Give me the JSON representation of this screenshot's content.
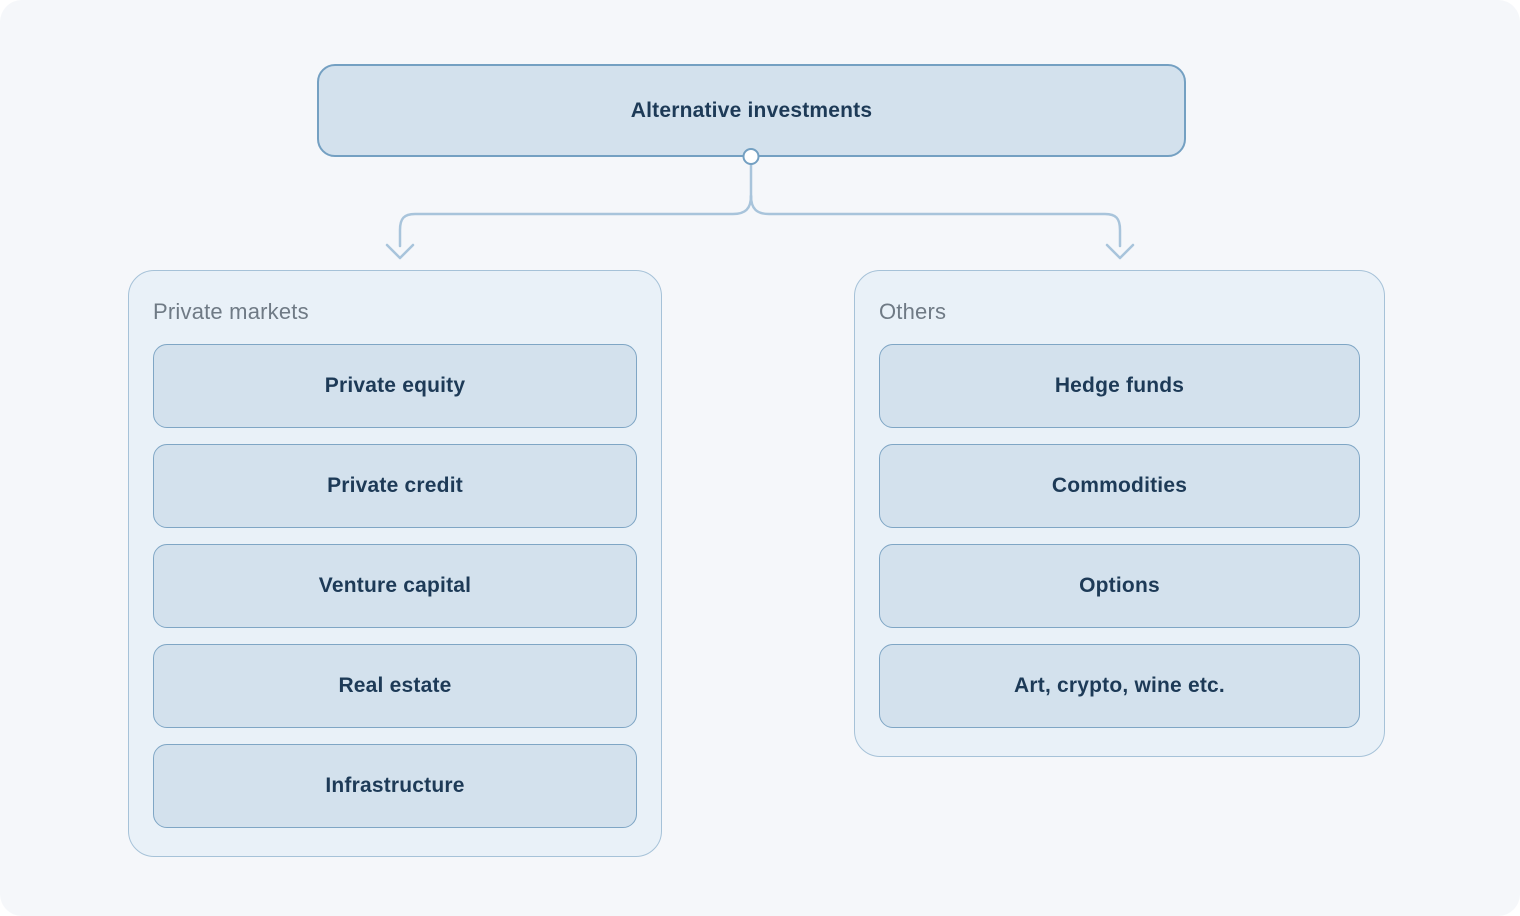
{
  "diagram": {
    "root": {
      "label": "Alternative investments"
    },
    "groups": [
      {
        "title": "Private markets",
        "items": [
          "Private equity",
          "Private credit",
          "Venture capital",
          "Real estate",
          "Infrastructure"
        ]
      },
      {
        "title": "Others",
        "items": [
          "Hedge funds",
          "Commodities",
          "Options",
          "Art, crypto, wine etc."
        ]
      }
    ],
    "colors": {
      "page_background": "#f5f7fa",
      "node_fill": "#d3e1ed",
      "root_node_border": "#74a0c2",
      "node_border": "#7fa6c5",
      "group_fill": "#e9f1f8",
      "group_border": "#a6c2d8",
      "connector_line": "#a8c4db",
      "connector_dot_fill": "#ffffff",
      "node_text": "#1d3a57",
      "group_title_text": "#6f7a85"
    }
  }
}
